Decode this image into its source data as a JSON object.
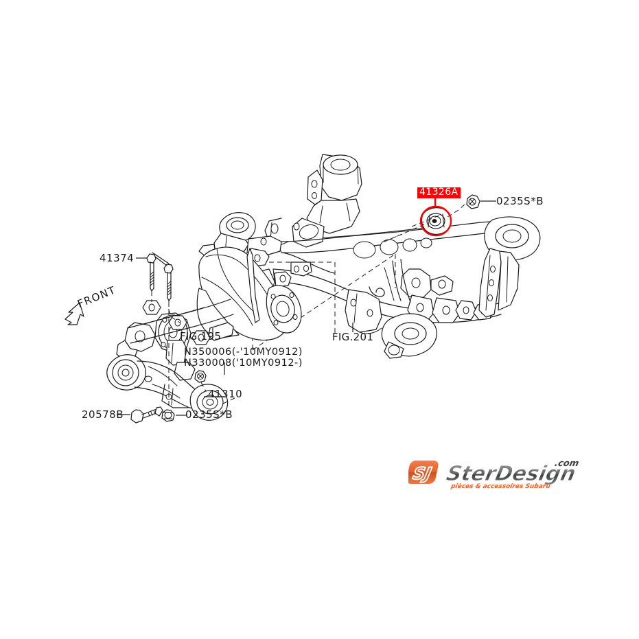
{
  "diagram": {
    "type": "exploded-parts-diagram",
    "subject": "rear subframe / differential mounting",
    "background_color": "#ffffff",
    "line_color": "#1a1a1a",
    "highlight_color": "#ff0000"
  },
  "highlight": {
    "part_number": "41326A",
    "label_color": "#ff0000",
    "label_text_color": "#ffffff",
    "circle_color": "#ff0000"
  },
  "labels": {
    "bolt_41374": "41374",
    "nut_top_right": "0235S*B",
    "fig_195": "FIG.195",
    "fig_201": "FIG.201",
    "note_n350006": "N350006(-'10MY0912)",
    "note_n330008": "N330008('10MY0912-)",
    "bushing_41310": "41310",
    "bolt_20578b": "20578B",
    "nut_bottom": "0235S*B",
    "front_arrow": "FRONT"
  },
  "watermark": {
    "brand": "SterDesign",
    "tld": ".com",
    "tagline": "pièces & accessoires Subaru",
    "logo_glyph": "SJ",
    "accent_color": "#e8622a",
    "text_color": "#58595b"
  }
}
